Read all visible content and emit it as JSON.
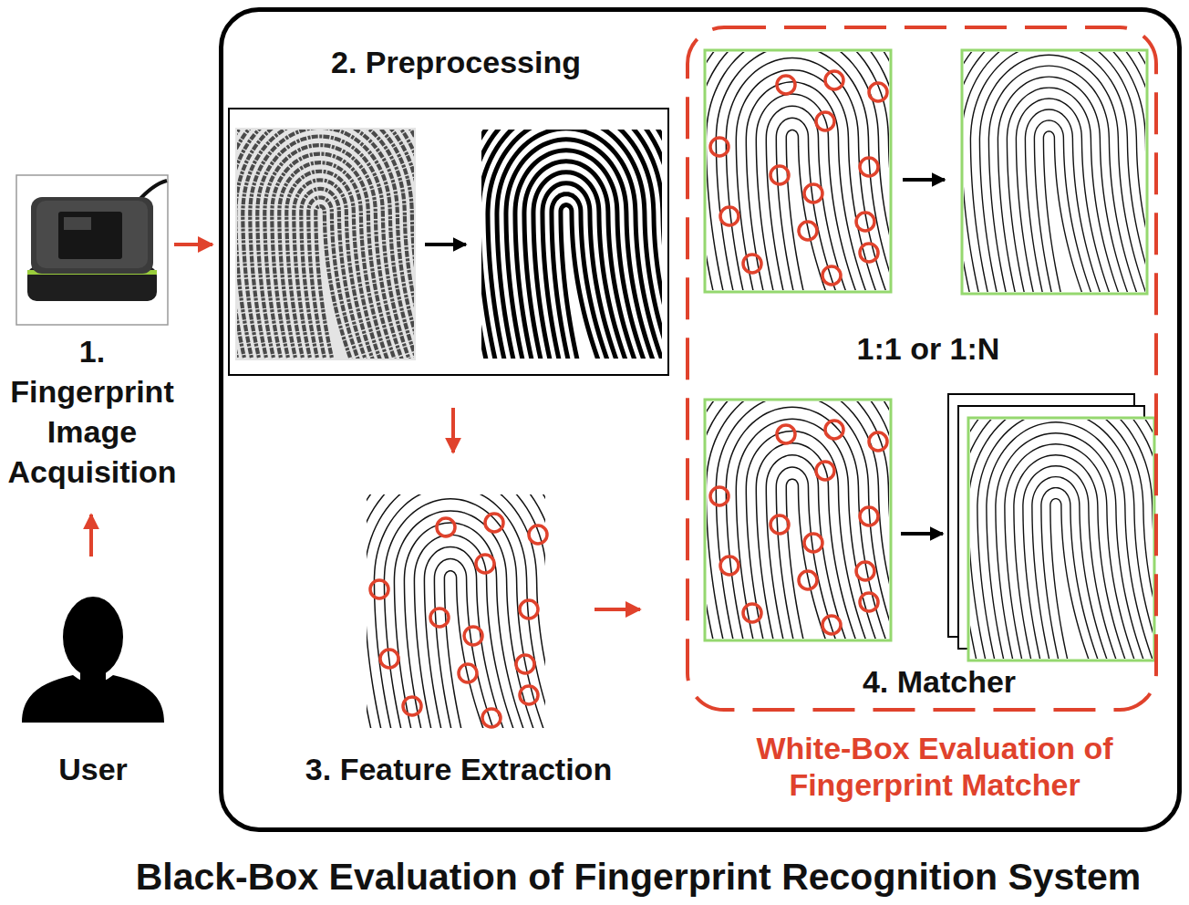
{
  "diagram": {
    "nodes": [
      {
        "text": [
          "Black-Box Evaluation of Fingerprint Recognition System"
        ]
      },
      {
        "text": [
          "1. Fingerprint Image Acquisition"
        ]
      },
      {
        "text": [
          "User"
        ]
      },
      {
        "text": [
          "2. Preprocessing"
        ],
        "in": 0
      },
      {
        "text": [
          "3. Feature Extraction"
        ],
        "in": 0
      },
      {
        "text": [
          "4. Matcher",
          "White-Box Evaluation of Fingerprint Matcher"
        ],
        "in": 0
      }
    ],
    "edges": [
      {
        "from": 2,
        "to": 1,
        "arrow": "to"
      },
      {
        "from": 1,
        "to": 0,
        "arrow": "to"
      },
      {
        "from": 3,
        "to": 4,
        "arrow": "to"
      },
      {
        "from": 4,
        "to": 5,
        "arrow": "to"
      }
    ],
    "labels": [
      "1:1 or 1:N"
    ]
  }
}
